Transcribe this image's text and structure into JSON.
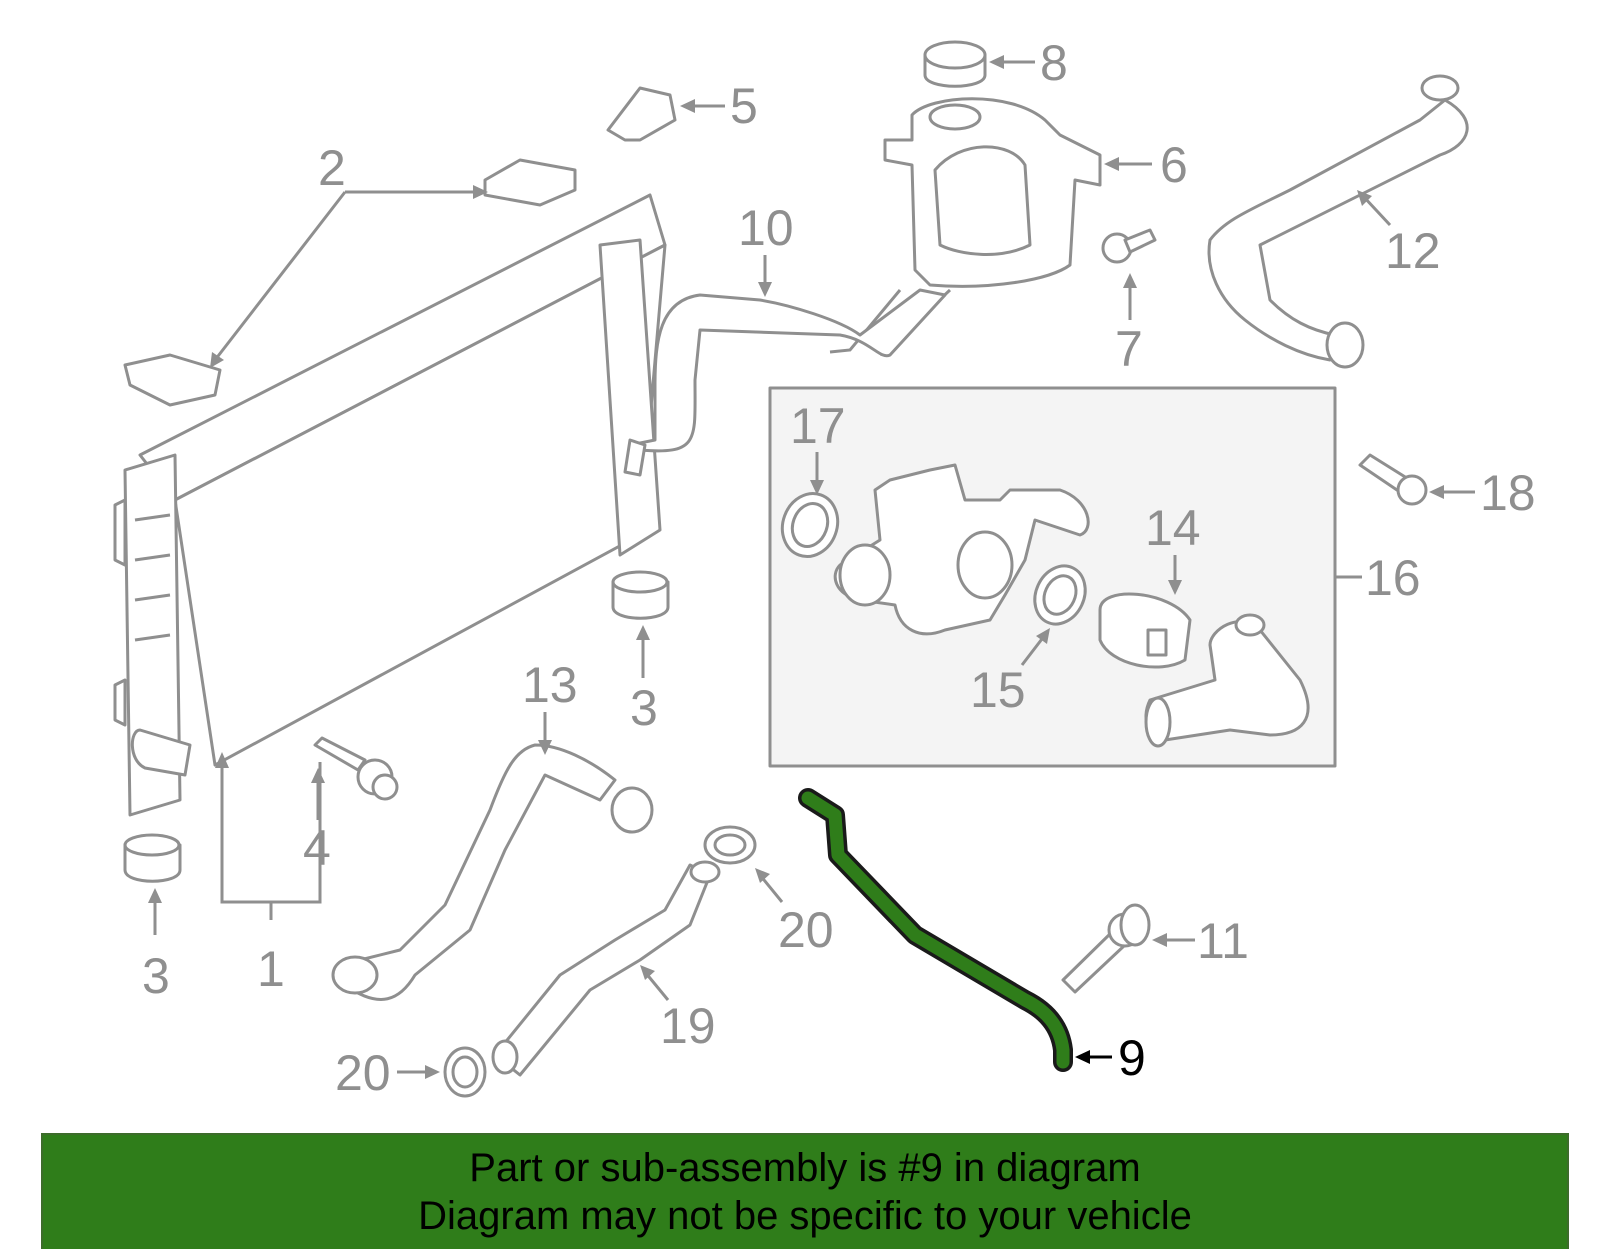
{
  "colors": {
    "highlight_part": "#2f7d1a",
    "banner_background": "#2f7d1a",
    "part_outline": "#8f8f8f",
    "subassembly_box": "#f4f4f4"
  },
  "callouts": {
    "c1": "1",
    "c2": "2",
    "c3a": "3",
    "c3b": "3",
    "c4": "4",
    "c5": "5",
    "c6": "6",
    "c7": "7",
    "c8": "8",
    "c9": "9",
    "c10": "10",
    "c11": "11",
    "c12": "12",
    "c13": "13",
    "c14": "14",
    "c15": "15",
    "c16": "16",
    "c17": "17",
    "c18": "18",
    "c19": "19",
    "c20a": "20",
    "c20b": "20"
  },
  "highlighted_part": "9",
  "footer": {
    "line1": "Part or sub-assembly is #9 in diagram",
    "line2": "Diagram may not be specific to your vehicle"
  }
}
